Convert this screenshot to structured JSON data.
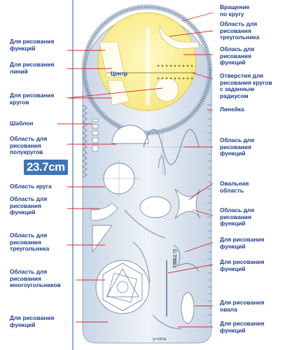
{
  "size_label": "23.7cm",
  "center_label": "Центр",
  "brand_label": "y=sima",
  "model_label": "С-7/88/1",
  "labels": {
    "rotate_circle": "Вращение\nпо кругу",
    "functions_top_left": "Для рисования\nфункций",
    "lines": "Для рисования\nлиний",
    "circles": "Для рисования\nкругов",
    "template": "Шаблон",
    "semicircles": "Область для\nрисования\nполукругов",
    "circle_area": "Область круга",
    "functions_mid_left": "Область для\nрисования\nфункций",
    "triangle_left": "Область для\nрисования\nтреугольника",
    "polygons": "Область для\nрисования\nмногоугольников",
    "functions_bottom_left": "Для рисования\nфункций",
    "triangle_right": "Область для\nрисования\nтреугольника",
    "functions_top_right": "Облась для\nрисования\nфункций",
    "radius_holes": "Отверстия для\nрисования кругов\nс заданным\nрадиусом",
    "ruler": "Линейка",
    "functions_right_1": "Облась для\nрисования\nфункций",
    "oval_area": "Овальная\nобласть",
    "functions_right_2": "Облась для\nрисования\nфункций",
    "functions_right_3": "Для рисования\nфункций",
    "functions_right_4": "Для рисования\nфункций",
    "oval": "Для рисования\nовала",
    "functions_right_5": "Для рисования\nфункций"
  },
  "colors": {
    "accent": "#1b3e8a",
    "leader": "#d7282f",
    "yellow_disc": "#fdf39a",
    "ruler_body": "#dfe7f1",
    "size_badge": "#3f74b8"
  }
}
